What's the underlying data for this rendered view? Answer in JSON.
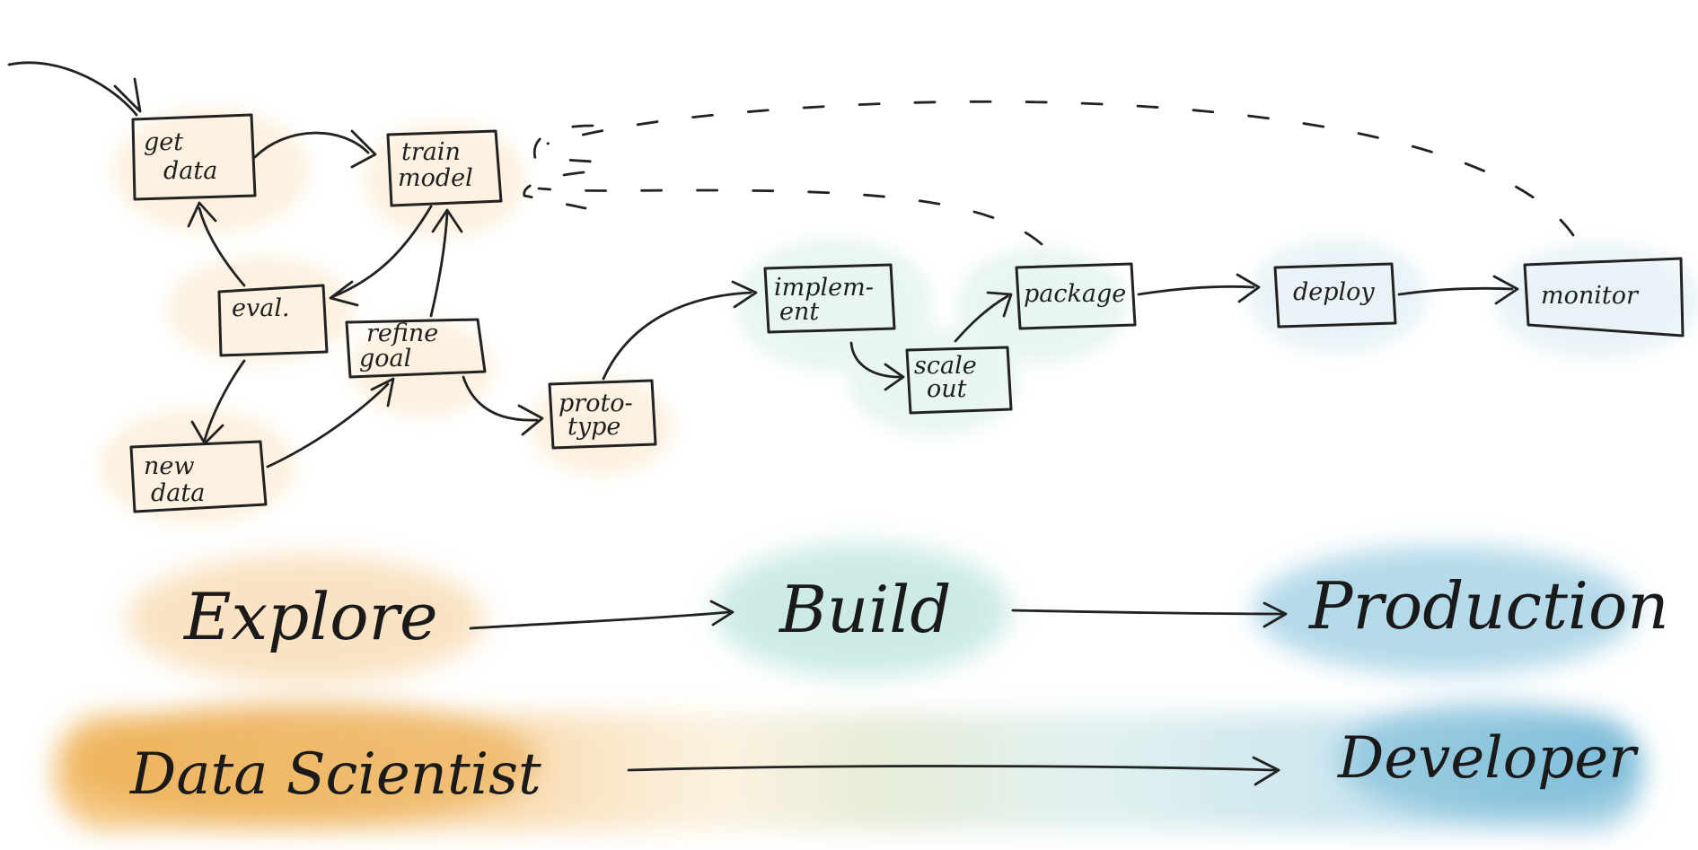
{
  "colors": {
    "explore": "#f4b860",
    "build": "#8fd3c8",
    "production": "#6bb6d6",
    "ink": "#222222"
  },
  "nodes": {
    "get_data": [
      "get",
      "data"
    ],
    "train_model": [
      "train",
      "model"
    ],
    "eval": [
      "eval."
    ],
    "refine_goal": [
      "refine",
      "goal"
    ],
    "new_data": [
      "new",
      "data"
    ],
    "prototype": [
      "proto-",
      "type"
    ],
    "implement": [
      "implem-",
      "ent"
    ],
    "scale_out": [
      "scale",
      "out"
    ],
    "package": [
      "package"
    ],
    "deploy": [
      "deploy"
    ],
    "monitor": [
      "monitor"
    ]
  },
  "stages": {
    "explore": "Explore",
    "build": "Build",
    "production": "Production"
  },
  "roles": {
    "data_scientist": "Data Scientist",
    "developer": "Developer"
  }
}
